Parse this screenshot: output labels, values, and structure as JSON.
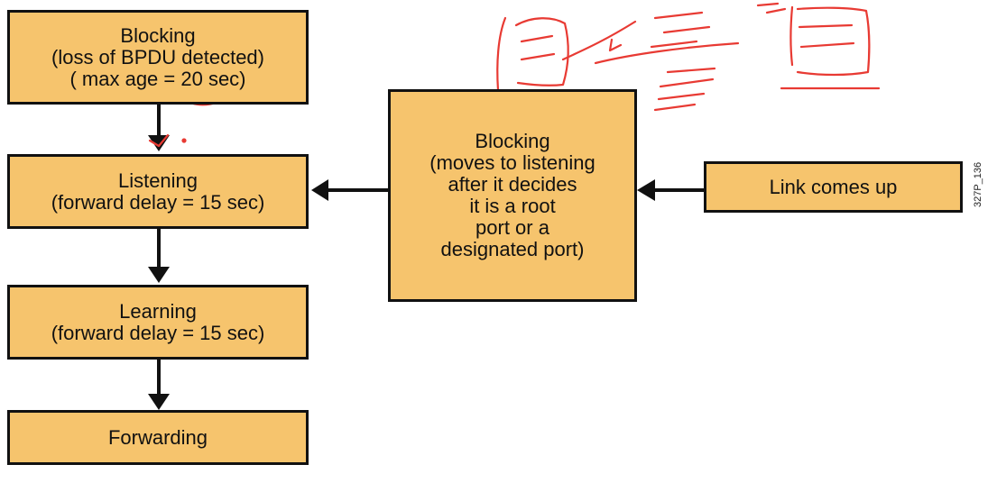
{
  "colors": {
    "box_fill": "#f6c46d",
    "line": "#111111",
    "ink": "#e83a33"
  },
  "boxes": {
    "blocking_age": {
      "lines": [
        "Blocking",
        "(loss of BPDU detected)",
        "( max age = 20 sec)"
      ]
    },
    "listening": {
      "lines": [
        "Listening",
        "(forward delay = 15 sec)"
      ]
    },
    "learning": {
      "lines": [
        "Learning",
        "(forward delay = 15 sec)"
      ]
    },
    "forwarding": {
      "lines": [
        "Forwarding"
      ]
    },
    "blocking_decide": {
      "lines": [
        "Blocking",
        "(moves to listening",
        "after it decides",
        "it is a root",
        "port or a",
        "designated port)"
      ]
    },
    "link_up": {
      "lines": [
        "Link comes up"
      ]
    }
  },
  "figure_id": "327P_136"
}
